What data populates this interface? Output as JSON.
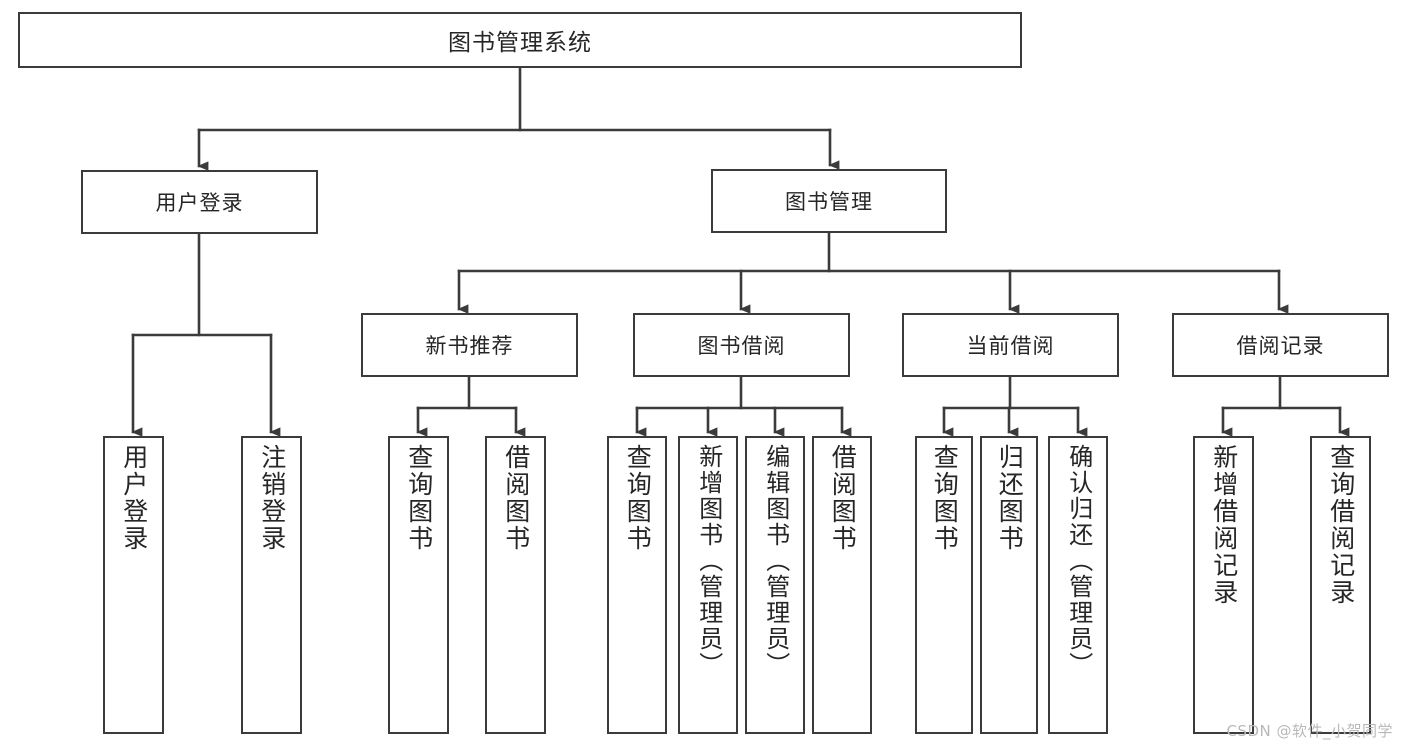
{
  "diagram": {
    "title": "图书管理系统",
    "type": "hierarchical-tree",
    "root": {
      "label": "图书管理系统"
    },
    "level1": [
      {
        "id": "user-login",
        "label": "用户登录"
      },
      {
        "id": "book-management",
        "label": "图书管理"
      }
    ],
    "level2": [
      {
        "id": "new-book-recommend",
        "label": "新书推荐",
        "parent": "book-management"
      },
      {
        "id": "book-borrow",
        "label": "图书借阅",
        "parent": "book-management"
      },
      {
        "id": "current-borrow",
        "label": "当前借阅",
        "parent": "book-management"
      },
      {
        "id": "borrow-record",
        "label": "借阅记录",
        "parent": "book-management"
      }
    ],
    "leaves": [
      {
        "id": "leaf-user-login",
        "label": "用户登录",
        "parent": "user-login"
      },
      {
        "id": "leaf-logout-login",
        "label": "注销登录",
        "parent": "user-login"
      },
      {
        "id": "leaf-query-book-1",
        "label": "查询图书",
        "parent": "new-book-recommend"
      },
      {
        "id": "leaf-borrow-book-1",
        "label": "借阅图书",
        "parent": "new-book-recommend"
      },
      {
        "id": "leaf-query-book-2",
        "label": "查询图书",
        "parent": "book-borrow"
      },
      {
        "id": "leaf-add-book",
        "label": "新增图书（管理员）",
        "parent": "book-borrow"
      },
      {
        "id": "leaf-edit-book",
        "label": "编辑图书（管理员）",
        "parent": "book-borrow"
      },
      {
        "id": "leaf-borrow-book-2",
        "label": "借阅图书",
        "parent": "book-borrow"
      },
      {
        "id": "leaf-query-book-3",
        "label": "查询图书",
        "parent": "current-borrow"
      },
      {
        "id": "leaf-return-book",
        "label": "归还图书",
        "parent": "current-borrow"
      },
      {
        "id": "leaf-confirm-return",
        "label": "确认归还（管理员）",
        "parent": "current-borrow"
      },
      {
        "id": "leaf-add-record",
        "label": "新增借阅记录",
        "parent": "borrow-record"
      },
      {
        "id": "leaf-query-record",
        "label": "查询借阅记录",
        "parent": "borrow-record"
      }
    ],
    "colors": {
      "background": "#ffffff",
      "box_border": "#3b3b3b",
      "box_fill": "#ffffff",
      "text": "#262626",
      "connector": "#3b3b3b",
      "watermark": "#b9b9b9"
    }
  },
  "watermark": {
    "text": "CSDN @软件_小贺同学"
  }
}
